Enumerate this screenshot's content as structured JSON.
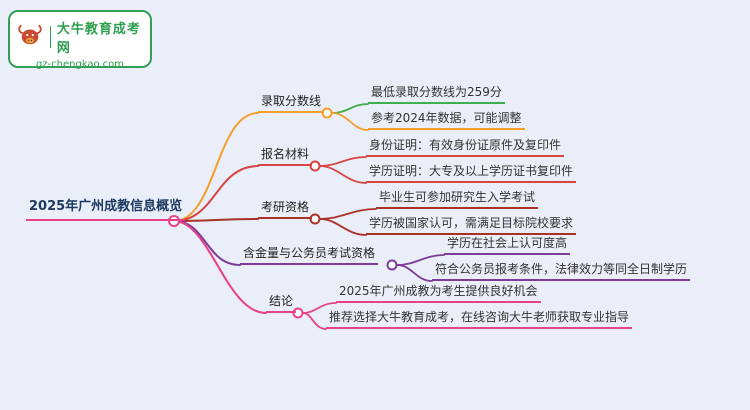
{
  "logo": {
    "title": "大牛教育成考网",
    "subtitle": "gz-chengkao.com",
    "icon": "bull-icon",
    "brand_color": "#2e9e4f"
  },
  "root": {
    "label": "2025年广州成教信息概览"
  },
  "branches": [
    {
      "label": "录取分数线",
      "color": "#f59e2b",
      "children": [
        {
          "label": "最低录取分数线为259分",
          "color": "#3fae4c"
        },
        {
          "label": "参考2024年数据，可能调整",
          "color": "#f59e2b"
        }
      ]
    },
    {
      "label": "报名材料",
      "color": "#d64541",
      "children": [
        {
          "label": "身份证明：有效身份证原件及复印件",
          "color": "#d64541"
        },
        {
          "label": "学历证明：大专及以上学历证书复印件",
          "color": "#d64541"
        }
      ]
    },
    {
      "label": "考研资格",
      "color": "#a93226",
      "children": [
        {
          "label": "毕业生可参加研究生入学考试",
          "color": "#a93226"
        },
        {
          "label": "学历被国家认可，需满足目标院校要求",
          "color": "#a93226"
        }
      ]
    },
    {
      "label": "含金量与公务员考试资格",
      "color": "#7d3c98",
      "children": [
        {
          "label": "学历在社会上认可度高",
          "color": "#7d3c98"
        },
        {
          "label": "符合公务员报考条件，法律效力等同全日制学历",
          "color": "#7d3c98"
        }
      ]
    },
    {
      "label": "结论",
      "color": "#e7418a",
      "children": [
        {
          "label": "2025年广州成教为考生提供良好机会",
          "color": "#e7418a"
        },
        {
          "label": "推荐选择大牛教育成考，在线咨询大牛老师获取专业指导",
          "color": "#e7418a"
        }
      ]
    }
  ]
}
